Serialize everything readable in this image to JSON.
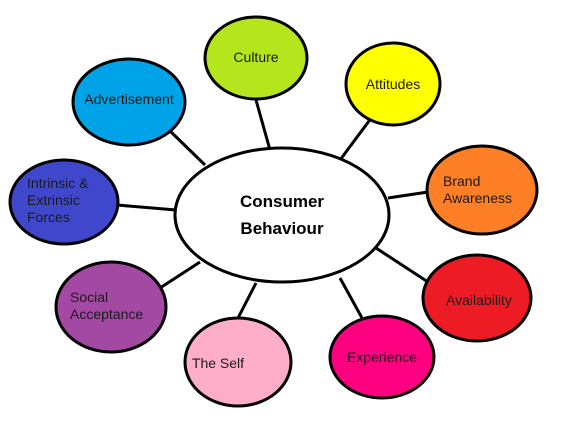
{
  "center": {
    "lines": [
      "Consumer",
      "Behaviour"
    ],
    "color": "#ffffff"
  },
  "nodes": [
    {
      "id": "culture",
      "lines": [
        "Culture"
      ],
      "color": "#b5e61d"
    },
    {
      "id": "attitudes",
      "lines": [
        "Attitudes"
      ],
      "color": "#ffff00"
    },
    {
      "id": "brand-awareness",
      "lines": [
        "Brand",
        "Awareness"
      ],
      "color": "#ff7f27"
    },
    {
      "id": "availability",
      "lines": [
        "Availability"
      ],
      "color": "#ed1c24"
    },
    {
      "id": "experience",
      "lines": [
        "Experience"
      ],
      "color": "#ff0080"
    },
    {
      "id": "the-self",
      "lines": [
        "The Self"
      ],
      "color": "#ffaec9"
    },
    {
      "id": "social-acceptance",
      "lines": [
        "Social",
        "Acceptance"
      ],
      "color": "#a349a4"
    },
    {
      "id": "intrinsic-extrinsic-forces",
      "lines": [
        "Intrinsic &",
        "Extrinsic",
        "Forces"
      ],
      "color": "#3f48cc"
    },
    {
      "id": "advertisement",
      "lines": [
        "Advertisement"
      ],
      "color": "#00a2e8"
    }
  ]
}
